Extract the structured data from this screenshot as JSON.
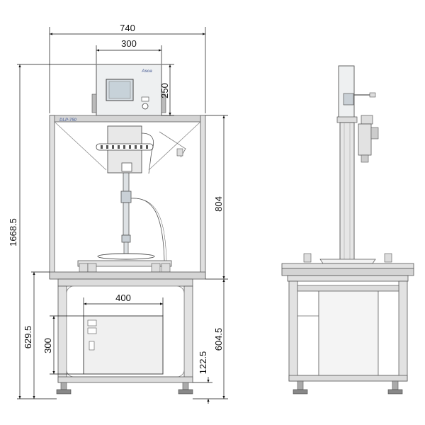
{
  "diagram": {
    "model_label": "DLP-750",
    "brand_mark": "Asoa",
    "dimensions": {
      "total_width": "740",
      "controller_width": "300",
      "controller_height": "250",
      "total_height": "1668.5",
      "upper_frame_height": "804",
      "table_height": "629.5",
      "table_inner_height": "604.5",
      "cabinet_width": "400",
      "cabinet_height": "300",
      "leg_height": "122.5"
    }
  }
}
